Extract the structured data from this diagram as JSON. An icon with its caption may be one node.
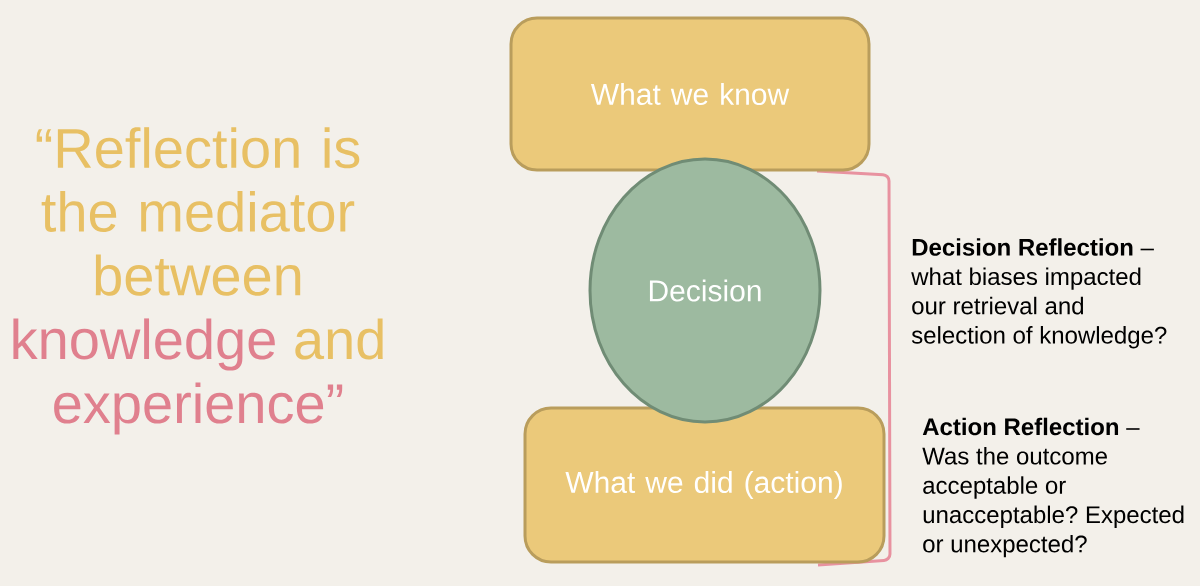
{
  "diagram": {
    "nodes": [
      {
        "text": [
          "What we know"
        ]
      },
      {
        "text": [
          "Decision"
        ]
      },
      {
        "text": [
          "What we did (action)"
        ]
      }
    ],
    "labels": [
      "“Reflection is the mediator between",
      "knowledge",
      "and",
      "experience”",
      "**Decision Reflection** – what biases impacted our retrieval and selection of knowledge?",
      "**Action Reflection** – Was the outcome acceptable or unacceptable? Expected or unexpected?"
    ]
  }
}
